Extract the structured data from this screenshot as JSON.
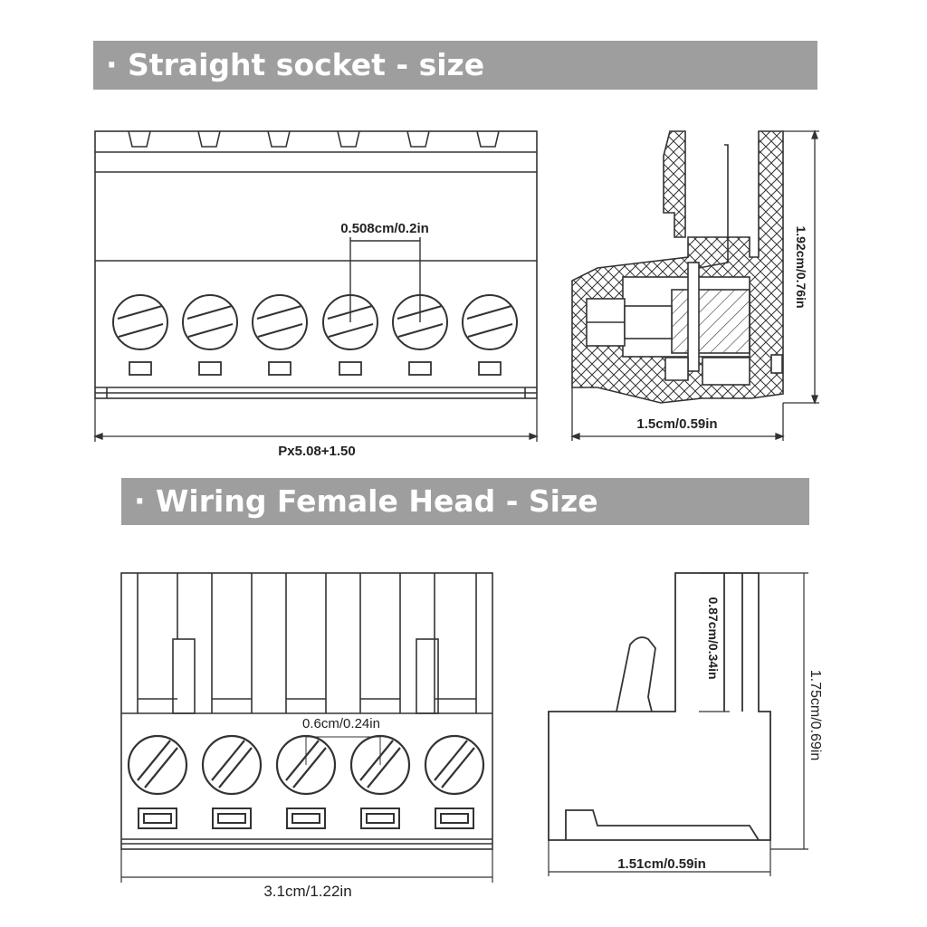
{
  "section1": {
    "title": "· Straight socket - size",
    "pitch_label": "0.508cm/0.2in",
    "width_formula": "Px5.08+1.50",
    "height_label": "1.92cm/0.76in",
    "depth_label": "1.5cm/0.59in"
  },
  "section2": {
    "title": "· Wiring Female Head - Size",
    "pitch_label": "0.6cm/0.24in",
    "width_label": "3.1cm/1.22in",
    "upper_height_label": "0.87cm/0.34in",
    "total_height_label": "1.75cm/0.69in",
    "depth_label": "1.51cm/0.59in"
  }
}
